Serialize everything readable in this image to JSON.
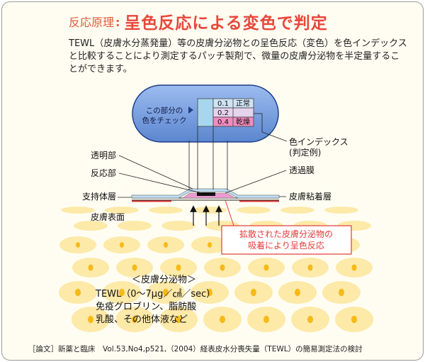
{
  "title": {
    "prefix": "反応原理",
    "colon": ":",
    "main": "呈色反応による変色で判定"
  },
  "intro": "TEWL（皮膚水分蒸発量）等の皮膚分泌物との呈色反応（変色）を色インデックスと比較することにより測定するパッチ製剤で、微量の皮膚分泌物を半定量することができます。",
  "window": {
    "line1": "この部分の",
    "line2": "色をチェック"
  },
  "color_index": [
    {
      "value": "0.1",
      "label": "正常",
      "color": "#cfe3f4"
    },
    {
      "value": "0.2",
      "label": "",
      "color": "#e6d3ee"
    },
    {
      "value": "0.4",
      "label": "乾燥",
      "color": "#f28cc0"
    }
  ],
  "labels": {
    "transparent": "透明部",
    "reaction": "反応部",
    "support": "支持体層",
    "skin_surface": "皮膚表面",
    "color_index_1": "色インデックス",
    "color_index_2": "(判定例)",
    "membrane": "透過膜",
    "adhesive": "皮膚粘着層"
  },
  "callout": {
    "line1": "拡散された皮膚分泌物の",
    "line2": "吸着により呈色反応"
  },
  "secretions": {
    "heading": "＜皮膚分泌物＞",
    "items": [
      "TEWL（0～7μg／㎠／sec）",
      "免疫グロブリン、脂肪酸",
      "乳酸、その他体液など"
    ]
  },
  "citation": "［論文］新薬と臨床　Vol.53,No4,p521,（2004）経表皮水分喪失量（TEWL）の簡易測定法の検討",
  "colors": {
    "title_red": "#e8463a",
    "window_blue": "#5b86cf",
    "callout_red": "#e23a3a",
    "cell": "#fde9a8",
    "cell_core": "#f6ba18"
  }
}
